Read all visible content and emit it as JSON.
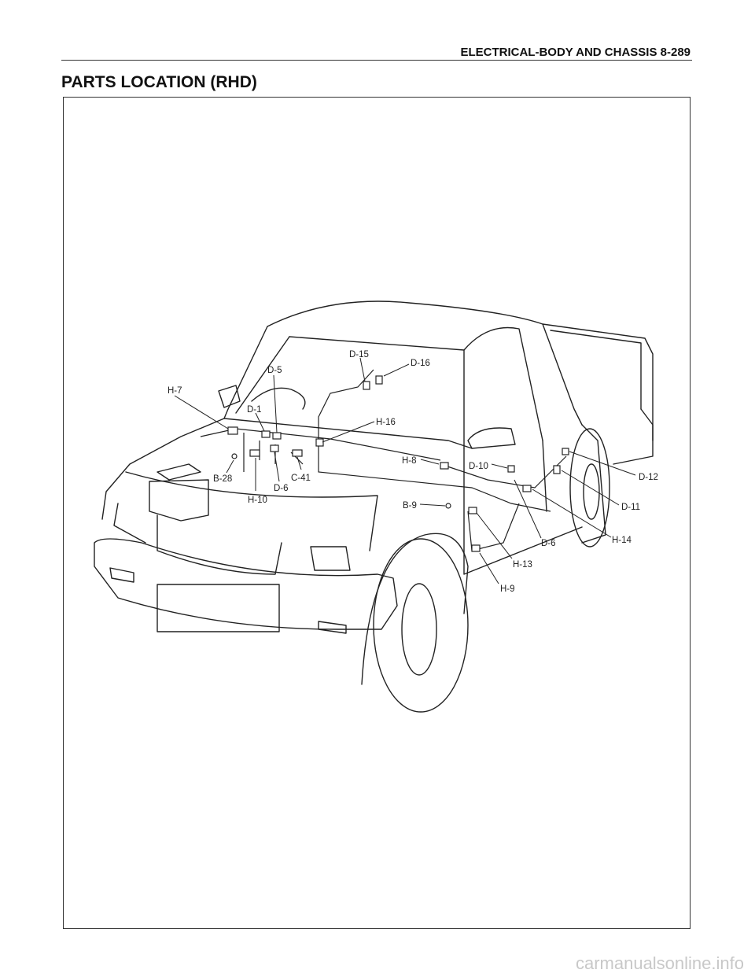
{
  "header": {
    "section": "ELECTRICAL-BODY AND CHASSIS  8-289"
  },
  "title": "PARTS LOCATION (RHD)",
  "labels": {
    "d15": "D-15",
    "d16": "D-16",
    "d5": "D-5",
    "h7": "H-7",
    "d1": "D-1",
    "h16": "H-16",
    "h8": "H-8",
    "d10": "D-10",
    "d12": "D-12",
    "b28": "B-28",
    "c41": "C-41",
    "d6a": "D-6",
    "h10": "H-10",
    "b9": "B-9",
    "d11": "D-11",
    "h14": "H-14",
    "d6b": "D-6",
    "h13": "H-13",
    "h9": "H-9"
  },
  "watermark": "carmanualsonline.info"
}
